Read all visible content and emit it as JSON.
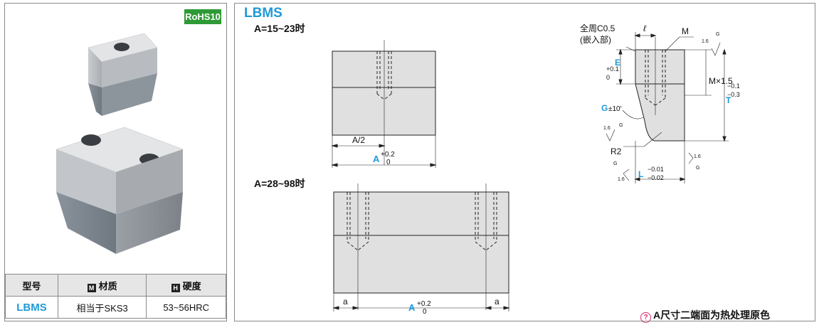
{
  "badge": "RoHS10",
  "spec_table": {
    "headers": {
      "model": "型号",
      "material": "材质",
      "hardness": "硬度"
    },
    "header_icons": {
      "material": "M",
      "hardness": "H"
    },
    "row": {
      "model": "LBMS",
      "material": "相当于SKS3",
      "hardness": "53~56HRC"
    }
  },
  "diagram": {
    "title": "LBMS",
    "view1_label": "A=15~23时",
    "view2_label": "A=28~98时",
    "dims": {
      "a_half": "A/2",
      "a": "A",
      "a_tol_upper": "+0.2",
      "a_tol_lower": "0",
      "small_a": "a",
      "chamfer_line1": "全周C0.5",
      "chamfer_line2": "(嵌入部)",
      "ell": "ℓ",
      "m": "M",
      "mx": "M×1.5",
      "e": "E",
      "e_tol_upper": "+0.1",
      "e_tol_lower": "0",
      "t": "T",
      "t_tol_upper": "−0.1",
      "t_tol_lower": "−0.3",
      "g_angle": "G",
      "g_angle_tol": "±10′",
      "r2": "R2",
      "l": "L",
      "l_tol_upper": "−0.01",
      "l_tol_lower": "−0.02",
      "roughness": "1.6",
      "roughness_g": "G"
    }
  },
  "note": "A尺寸二端面为热处理原色",
  "colors": {
    "accent": "#1f9ad6",
    "rohs": "#2e9a36",
    "note_icon": "#d62c6f"
  }
}
